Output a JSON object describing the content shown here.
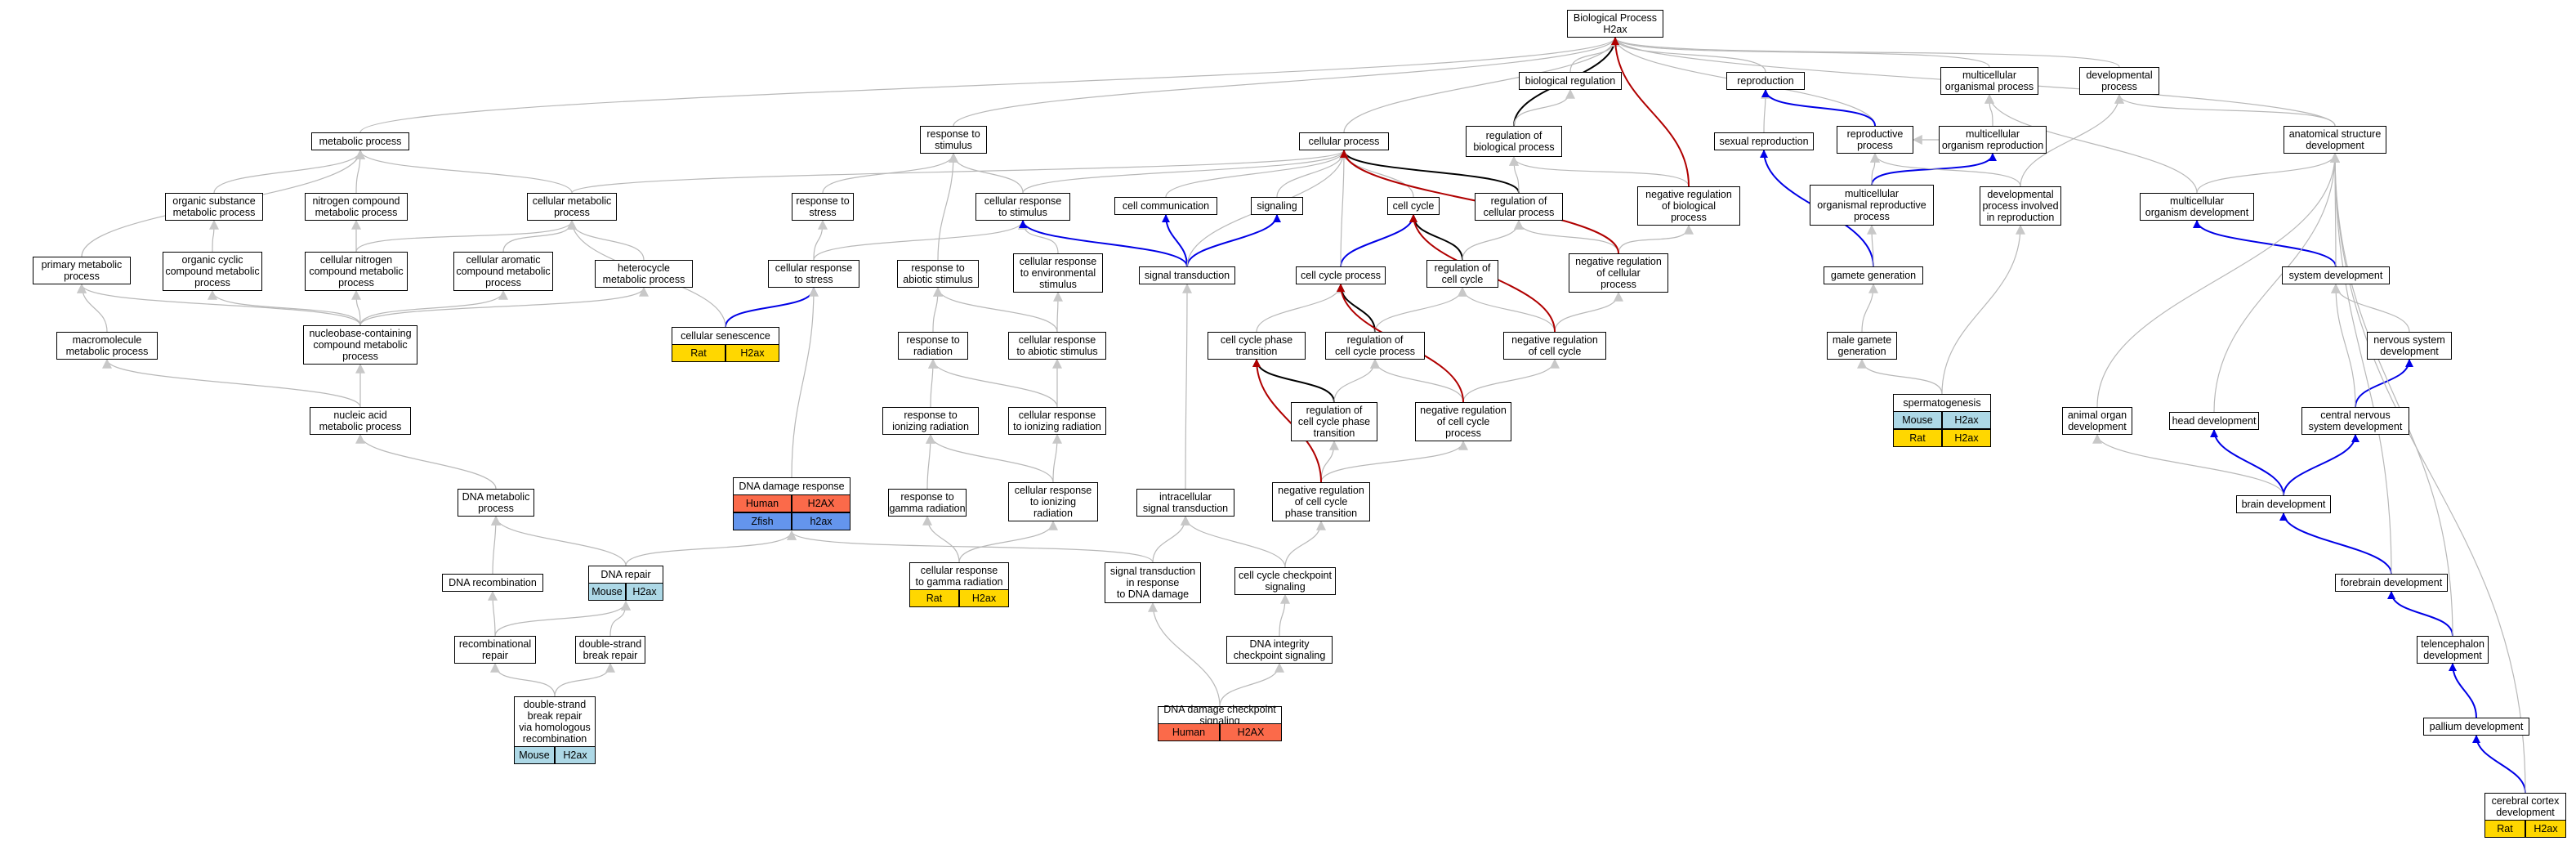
{
  "colors": {
    "edge_gray": "#b8b8b8",
    "edge_black": "#000000",
    "edge_blue": "#0000e6",
    "edge_red": "#b00000",
    "human": "#fb6a4a",
    "zfish": "#6495ed",
    "mouse": "#add8e6",
    "rat": "#ffd700"
  },
  "nodes": [
    {
      "id": "bp",
      "label": "Biological Process\nH2ax"
    },
    {
      "id": "bioreg",
      "label": "biological regulation"
    },
    {
      "id": "repro",
      "label": "reproduction"
    },
    {
      "id": "mcop",
      "label": "multicellular\norganismal process"
    },
    {
      "id": "devproc",
      "label": "developmental\nprocess"
    },
    {
      "id": "metab",
      "label": "metabolic process"
    },
    {
      "id": "respstim",
      "label": "response to\nstimulus"
    },
    {
      "id": "cellproc",
      "label": "cellular process"
    },
    {
      "id": "regbp",
      "label": "regulation of\nbiological process"
    },
    {
      "id": "sexrep",
      "label": "sexual reproduction"
    },
    {
      "id": "reprop",
      "label": "reproductive\nprocess"
    },
    {
      "id": "mcorep",
      "label": "multicellular\norganism reproduction"
    },
    {
      "id": "asd",
      "label": "anatomical structure\ndevelopment"
    },
    {
      "id": "osmp",
      "label": "organic substance\nmetabolic process"
    },
    {
      "id": "ncmp",
      "label": "nitrogen compound\nmetabolic process"
    },
    {
      "id": "cmp",
      "label": "cellular metabolic\nprocess"
    },
    {
      "id": "respstress",
      "label": "response to\nstress"
    },
    {
      "id": "crs",
      "label": "cellular response\nto stimulus"
    },
    {
      "id": "cellcomm",
      "label": "cell communication"
    },
    {
      "id": "signaling",
      "label": "signaling"
    },
    {
      "id": "cellcycle",
      "label": "cell cycle"
    },
    {
      "id": "regcp",
      "label": "regulation of\ncellular process"
    },
    {
      "id": "nrbp",
      "label": "negative regulation\nof biological\nprocess"
    },
    {
      "id": "mcrp",
      "label": "multicellular\norganismal reproductive\nprocess"
    },
    {
      "id": "dpir",
      "label": "developmental\nprocess involved\nin reproduction"
    },
    {
      "id": "mcod",
      "label": "multicellular\norganism development"
    },
    {
      "id": "pmp",
      "label": "primary metabolic\nprocess"
    },
    {
      "id": "occmp",
      "label": "organic cyclic\ncompound metabolic\nprocess"
    },
    {
      "id": "cncmp",
      "label": "cellular nitrogen\ncompound metabolic\nprocess"
    },
    {
      "id": "cacmp",
      "label": "cellular aromatic\ncompound metabolic\nprocess"
    },
    {
      "id": "hmp",
      "label": "heterocycle\nmetabolic process"
    },
    {
      "id": "crstress",
      "label": "cellular response\nto stress"
    },
    {
      "id": "ras",
      "label": "response to\nabiotic stimulus"
    },
    {
      "id": "cres",
      "label": "cellular response\nto environmental\nstimulus"
    },
    {
      "id": "sigtrans",
      "label": "signal transduction"
    },
    {
      "id": "ccproc",
      "label": "cell cycle process"
    },
    {
      "id": "regcc",
      "label": "regulation of\ncell cycle"
    },
    {
      "id": "nrcp",
      "label": "negative regulation\nof cellular\nprocess"
    },
    {
      "id": "gamgen",
      "label": "gamete generation"
    },
    {
      "id": "sysdev",
      "label": "system development"
    },
    {
      "id": "mmp",
      "label": "macromolecule\nmetabolic process"
    },
    {
      "id": "nbccmp",
      "label": "nucleobase-containing\ncompound metabolic\nprocess"
    },
    {
      "id": "cellsen",
      "label": "cellular senescence"
    },
    {
      "id": "rrad",
      "label": "response to\nradiation"
    },
    {
      "id": "crabs",
      "label": "cellular response\nto abiotic stimulus"
    },
    {
      "id": "ccpt",
      "label": "cell cycle phase\ntransition"
    },
    {
      "id": "regccp",
      "label": "regulation of\ncell cycle process"
    },
    {
      "id": "nrcc",
      "label": "negative regulation\nof cell cycle"
    },
    {
      "id": "mgg",
      "label": "male gamete\ngeneration"
    },
    {
      "id": "nsd",
      "label": "nervous system\ndevelopment"
    },
    {
      "id": "nament",
      "label": "nucleic acid\nmetabolic process"
    },
    {
      "id": "rir",
      "label": "response to\nionizing radiation"
    },
    {
      "id": "crir",
      "label": "cellular response\nto ionizing radiation"
    },
    {
      "id": "rccpt",
      "label": "regulation of\ncell cycle phase\ntransition"
    },
    {
      "id": "nrccp",
      "label": "negative regulation\nof cell cycle\nprocess"
    },
    {
      "id": "spermato",
      "label": "spermatogenesis"
    },
    {
      "id": "aod",
      "label": "animal organ\ndevelopment"
    },
    {
      "id": "headdev",
      "label": "head development"
    },
    {
      "id": "cnsd",
      "label": "central nervous\nsystem development"
    },
    {
      "id": "dnamp",
      "label": "DNA metabolic\nprocess"
    },
    {
      "id": "dnadr",
      "label": "DNA damage response"
    },
    {
      "id": "rgr",
      "label": "response to\ngamma radiation"
    },
    {
      "id": "cri",
      "label": "cellular response\nto ionizing\nradiation"
    },
    {
      "id": "ist",
      "label": "intracellular\nsignal transduction"
    },
    {
      "id": "nrccpt",
      "label": "negative regulation\nof cell cycle\nphase transition"
    },
    {
      "id": "braindev",
      "label": "brain development"
    },
    {
      "id": "dnarec",
      "label": "DNA recombination"
    },
    {
      "id": "dnarep",
      "label": "DNA repair"
    },
    {
      "id": "crgr",
      "label": "cellular response\nto gamma radiation"
    },
    {
      "id": "strdd",
      "label": "signal transduction\nin response\nto DNA damage"
    },
    {
      "id": "cccs",
      "label": "cell cycle checkpoint\nsignaling"
    },
    {
      "id": "fbd",
      "label": "forebrain development"
    },
    {
      "id": "recrep",
      "label": "recombinational\nrepair"
    },
    {
      "id": "dsbr",
      "label": "double-strand\nbreak repair"
    },
    {
      "id": "dnaics",
      "label": "DNA integrity\ncheckpoint signaling"
    },
    {
      "id": "teld",
      "label": "telencephalon\ndevelopment"
    },
    {
      "id": "dsbrhr",
      "label": "double-strand\nbreak repair\nvia homologous\nrecombination"
    },
    {
      "id": "ddcs",
      "label": "DNA damage checkpoint\nsignaling"
    },
    {
      "id": "palld",
      "label": "pallium development"
    },
    {
      "id": "ccd",
      "label": "cerebral cortex\ndevelopment"
    }
  ],
  "annotations": [
    {
      "node": "cellsen",
      "rows": [
        {
          "species": "Rat",
          "gene": "H2ax",
          "color": "rat"
        }
      ]
    },
    {
      "node": "spermato",
      "rows": [
        {
          "species": "Mouse",
          "gene": "H2ax",
          "color": "mouse"
        },
        {
          "species": "Rat",
          "gene": "H2ax",
          "color": "rat"
        }
      ]
    },
    {
      "node": "dnadr",
      "rows": [
        {
          "species": "Human",
          "gene": "H2AX",
          "color": "human"
        },
        {
          "species": "Zfish",
          "gene": "h2ax",
          "color": "zfish"
        }
      ]
    },
    {
      "node": "dnarep",
      "rows": [
        {
          "species": "Mouse",
          "gene": "H2ax",
          "color": "mouse"
        }
      ]
    },
    {
      "node": "crgr",
      "rows": [
        {
          "species": "Rat",
          "gene": "H2ax",
          "color": "rat"
        }
      ]
    },
    {
      "node": "dsbrhr",
      "rows": [
        {
          "species": "Mouse",
          "gene": "H2ax",
          "color": "mouse"
        }
      ]
    },
    {
      "node": "ddcs",
      "rows": [
        {
          "species": "Human",
          "gene": "H2AX",
          "color": "human"
        }
      ]
    },
    {
      "node": "ccd",
      "rows": [
        {
          "species": "Rat",
          "gene": "H2ax",
          "color": "rat"
        }
      ]
    }
  ],
  "edges": [
    [
      "bioreg",
      "bp",
      "gray"
    ],
    [
      "repro",
      "bp",
      "gray"
    ],
    [
      "mcop",
      "bp",
      "gray"
    ],
    [
      "devproc",
      "bp",
      "gray"
    ],
    [
      "metab",
      "bp",
      "gray"
    ],
    [
      "respstim",
      "bp",
      "gray"
    ],
    [
      "cellproc",
      "bp",
      "gray"
    ],
    [
      "regbp",
      "bp",
      "black"
    ],
    [
      "regbp",
      "bioreg",
      "gray"
    ],
    [
      "sexrep",
      "repro",
      "gray"
    ],
    [
      "reprop",
      "bp",
      "gray"
    ],
    [
      "reprop",
      "repro",
      "blue"
    ],
    [
      "mcorep",
      "reprop",
      "gray"
    ],
    [
      "mcorep",
      "mcop",
      "gray"
    ],
    [
      "asd",
      "devproc",
      "gray"
    ],
    [
      "asd",
      "bp",
      "gray"
    ],
    [
      "osmp",
      "metab",
      "gray"
    ],
    [
      "ncmp",
      "metab",
      "gray"
    ],
    [
      "cmp",
      "metab",
      "gray"
    ],
    [
      "cmp",
      "cellproc",
      "gray"
    ],
    [
      "respstress",
      "respstim",
      "gray"
    ],
    [
      "crs",
      "respstim",
      "gray"
    ],
    [
      "crs",
      "cellproc",
      "gray"
    ],
    [
      "cellcomm",
      "cellproc",
      "gray"
    ],
    [
      "signaling",
      "cellproc",
      "gray"
    ],
    [
      "cellcycle",
      "cellproc",
      "gray"
    ],
    [
      "regcp",
      "cellproc",
      "black"
    ],
    [
      "regcp",
      "regbp",
      "gray"
    ],
    [
      "nrbp",
      "regbp",
      "gray"
    ],
    [
      "nrbp",
      "bp",
      "red"
    ],
    [
      "mcrp",
      "mcorep",
      "blue"
    ],
    [
      "mcrp",
      "reprop",
      "gray"
    ],
    [
      "dpir",
      "reprop",
      "gray"
    ],
    [
      "dpir",
      "devproc",
      "gray"
    ],
    [
      "mcod",
      "mcop",
      "gray"
    ],
    [
      "mcod",
      "asd",
      "gray"
    ],
    [
      "pmp",
      "metab",
      "gray"
    ],
    [
      "occmp",
      "osmp",
      "gray"
    ],
    [
      "cncmp",
      "ncmp",
      "gray"
    ],
    [
      "cncmp",
      "cmp",
      "gray"
    ],
    [
      "cacmp",
      "cmp",
      "gray"
    ],
    [
      "hmp",
      "cmp",
      "gray"
    ],
    [
      "crstress",
      "respstress",
      "gray"
    ],
    [
      "crstress",
      "crs",
      "gray"
    ],
    [
      "ras",
      "respstim",
      "gray"
    ],
    [
      "cres",
      "crs",
      "gray"
    ],
    [
      "sigtrans",
      "cellcomm",
      "blue"
    ],
    [
      "sigtrans",
      "signaling",
      "blue"
    ],
    [
      "sigtrans",
      "crs",
      "blue"
    ],
    [
      "sigtrans",
      "cellproc",
      "gray"
    ],
    [
      "ccproc",
      "cellcycle",
      "blue"
    ],
    [
      "ccproc",
      "cellproc",
      "gray"
    ],
    [
      "regcc",
      "cellcycle",
      "black"
    ],
    [
      "regcc",
      "regcp",
      "gray"
    ],
    [
      "nrcp",
      "regcp",
      "gray"
    ],
    [
      "nrcp",
      "nrbp",
      "gray"
    ],
    [
      "nrcp",
      "cellproc",
      "red"
    ],
    [
      "gamgen",
      "sexrep",
      "blue"
    ],
    [
      "gamgen",
      "mcrp",
      "gray"
    ],
    [
      "sysdev",
      "mcod",
      "blue"
    ],
    [
      "sysdev",
      "asd",
      "gray"
    ],
    [
      "mmp",
      "pmp",
      "gray"
    ],
    [
      "nbccmp",
      "occmp",
      "gray"
    ],
    [
      "nbccmp",
      "cncmp",
      "gray"
    ],
    [
      "nbccmp",
      "cacmp",
      "gray"
    ],
    [
      "nbccmp",
      "hmp",
      "gray"
    ],
    [
      "nbccmp",
      "pmp",
      "gray"
    ],
    [
      "cellsen",
      "crstress",
      "blue"
    ],
    [
      "cellsen",
      "cmp",
      "gray"
    ],
    [
      "rrad",
      "ras",
      "gray"
    ],
    [
      "crabs",
      "ras",
      "gray"
    ],
    [
      "crabs",
      "cres",
      "gray"
    ],
    [
      "ccpt",
      "ccproc",
      "gray"
    ],
    [
      "regccp",
      "ccproc",
      "black"
    ],
    [
      "regccp",
      "regcc",
      "gray"
    ],
    [
      "nrcc",
      "regcc",
      "gray"
    ],
    [
      "nrcc",
      "nrcp",
      "gray"
    ],
    [
      "nrcc",
      "cellcycle",
      "red"
    ],
    [
      "mgg",
      "gamgen",
      "gray"
    ],
    [
      "nsd",
      "sysdev",
      "gray"
    ],
    [
      "nament",
      "nbccmp",
      "gray"
    ],
    [
      "nament",
      "mmp",
      "gray"
    ],
    [
      "rir",
      "rrad",
      "gray"
    ],
    [
      "crir",
      "crabs",
      "gray"
    ],
    [
      "crir",
      "rrad",
      "gray"
    ],
    [
      "rccpt",
      "ccpt",
      "black"
    ],
    [
      "rccpt",
      "regccp",
      "gray"
    ],
    [
      "nrccp",
      "regccp",
      "gray"
    ],
    [
      "nrccp",
      "nrcc",
      "gray"
    ],
    [
      "nrccp",
      "ccproc",
      "red"
    ],
    [
      "spermato",
      "mgg",
      "gray"
    ],
    [
      "spermato",
      "dpir",
      "gray"
    ],
    [
      "aod",
      "asd",
      "gray"
    ],
    [
      "headdev",
      "asd",
      "gray"
    ],
    [
      "cnsd",
      "nsd",
      "blue"
    ],
    [
      "cnsd",
      "sysdev",
      "gray"
    ],
    [
      "dnamp",
      "nament",
      "gray"
    ],
    [
      "dnadr",
      "crstress",
      "gray"
    ],
    [
      "rgr",
      "rir",
      "gray"
    ],
    [
      "cri",
      "crir",
      "gray"
    ],
    [
      "cri",
      "rir",
      "gray"
    ],
    [
      "ist",
      "sigtrans",
      "gray"
    ],
    [
      "nrccpt",
      "rccpt",
      "gray"
    ],
    [
      "nrccpt",
      "nrccp",
      "gray"
    ],
    [
      "nrccpt",
      "ccpt",
      "red"
    ],
    [
      "braindev",
      "headdev",
      "blue"
    ],
    [
      "braindev",
      "cnsd",
      "blue"
    ],
    [
      "braindev",
      "aod",
      "gray"
    ],
    [
      "dnarec",
      "dnamp",
      "gray"
    ],
    [
      "dnarep",
      "dnamp",
      "gray"
    ],
    [
      "dnarep",
      "dnadr",
      "gray"
    ],
    [
      "crgr",
      "rgr",
      "gray"
    ],
    [
      "crgr",
      "cri",
      "gray"
    ],
    [
      "strdd",
      "ist",
      "gray"
    ],
    [
      "strdd",
      "dnadr",
      "gray"
    ],
    [
      "cccs",
      "nrccpt",
      "gray"
    ],
    [
      "cccs",
      "ist",
      "gray"
    ],
    [
      "fbd",
      "braindev",
      "blue"
    ],
    [
      "fbd",
      "asd",
      "gray"
    ],
    [
      "recrep",
      "dnarec",
      "gray"
    ],
    [
      "recrep",
      "dnarep",
      "gray"
    ],
    [
      "dsbr",
      "dnarep",
      "gray"
    ],
    [
      "dnaics",
      "cccs",
      "gray"
    ],
    [
      "teld",
      "fbd",
      "blue"
    ],
    [
      "teld",
      "asd",
      "gray"
    ],
    [
      "dsbrhr",
      "recrep",
      "gray"
    ],
    [
      "dsbrhr",
      "dsbr",
      "gray"
    ],
    [
      "ddcs",
      "dnaics",
      "gray"
    ],
    [
      "ddcs",
      "strdd",
      "gray"
    ],
    [
      "palld",
      "teld",
      "blue"
    ],
    [
      "ccd",
      "palld",
      "blue"
    ],
    [
      "ccd",
      "asd",
      "gray"
    ]
  ]
}
